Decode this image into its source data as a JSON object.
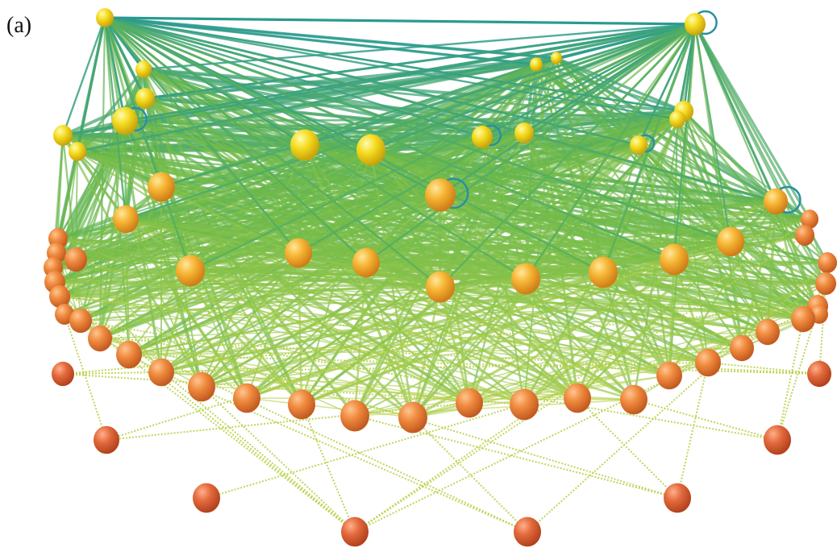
{
  "panel_label": "(a)",
  "colors": {
    "background": "#ffffff",
    "edge_upper": "#2a9a90",
    "edge_mid": "#6bb84a",
    "edge_lower": "#b8d34a",
    "node_yellow": "#f2d21c",
    "node_orange": "#f4a236",
    "node_red": "#e26a3c",
    "self_loop": "#2a8fa0"
  },
  "diagram": {
    "type": "3d-network-graph",
    "node_tiers": [
      "yellow",
      "orange",
      "red"
    ],
    "has_self_loops": true
  }
}
